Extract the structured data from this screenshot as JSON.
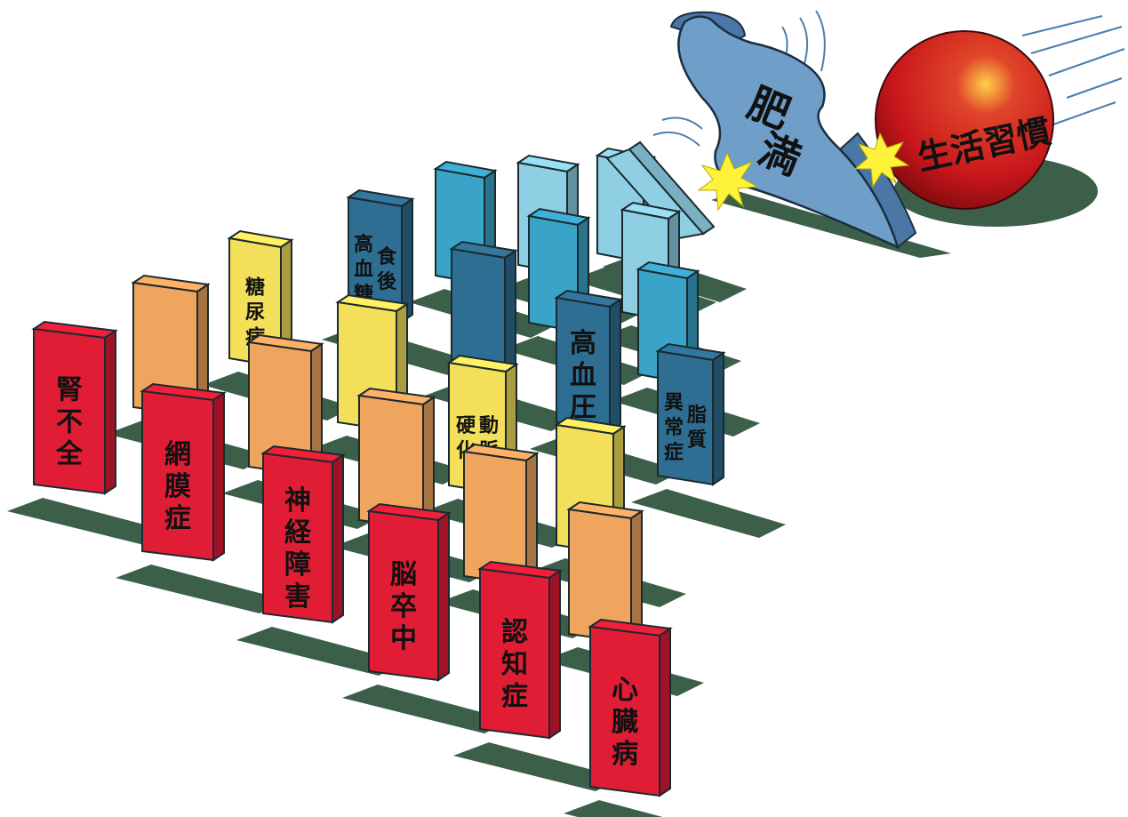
{
  "diagram": {
    "cause": {
      "label": "生活習慣"
    },
    "intermediate": {
      "label": "肥満"
    },
    "dominoes": {
      "postprandial_hyperglycemia": {
        "line1": "食後",
        "line2": "高血糖"
      },
      "diabetes": "糖尿病",
      "hypertension": "高血圧",
      "dyslipidemia": {
        "line1": "脂質",
        "line2": "異常症"
      },
      "arteriosclerosis": {
        "line1": "動脈",
        "line2": "硬化"
      },
      "kidney_failure": "腎不全",
      "retinopathy": "網膜症",
      "neuropathy": "神経障害",
      "stroke": "脳卒中",
      "dementia": "認知症",
      "heart_disease": "心臓病"
    }
  },
  "colors": {
    "ball": "#c8161b",
    "obesity": "#6f9ec9",
    "light_blue": "#8fcfe3",
    "mid_blue": "#3aa4c8",
    "dark_blue": "#2f6e93",
    "yellow": "#f3df5a",
    "orange": "#f0a55f",
    "red": "#e11d36",
    "shadow": "#3c5f49",
    "burst": "#fff23a"
  }
}
